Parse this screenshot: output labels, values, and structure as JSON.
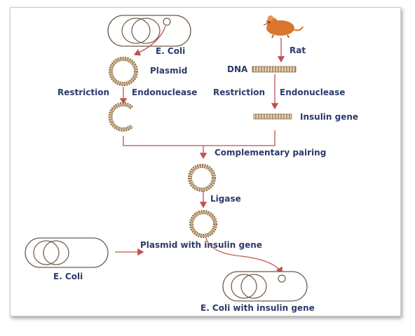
{
  "labels": {
    "ecoli_top": "E. Coli",
    "rat": "Rat",
    "plasmid": "Plasmid",
    "dna": "DNA",
    "restriction_left": "Restriction",
    "endonuclease_left": "Endonuclease",
    "restriction_right": "Restriction",
    "endonuclease_right": "Endonuclease",
    "insulin_gene": "Insulin gene",
    "complementary_pairing": "Complementary pairing",
    "ligase": "Ligase",
    "plasmid_with_insulin": "Plasmid with insulin gene",
    "ecoli_left": "E. Coli",
    "ecoli_with_insulin": "E. Coli with insulin gene"
  },
  "colors": {
    "label_text": "#2c3a6b",
    "arrow": "#c0504d",
    "cell_outline": "#6b5a4a",
    "plasmid_ring": "#8b6a45",
    "rat_body": "#d9772e"
  }
}
